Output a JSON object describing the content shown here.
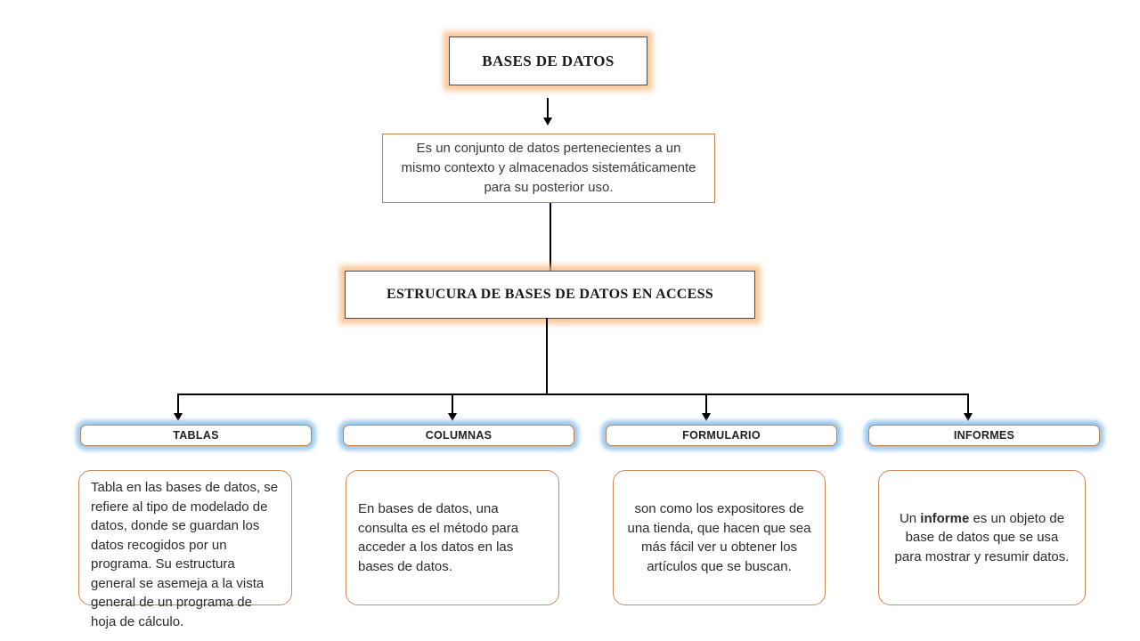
{
  "diagram": {
    "root": {
      "label": "BASES DE DATOS"
    },
    "definition": {
      "text": "Es un conjunto de datos pertenecientes a un mismo contexto y almacenados sistemáticamente para su posterior uso."
    },
    "structure": {
      "label": "ESTRUCURA DE BASES DE DATOS EN ACCESS"
    },
    "branches": [
      {
        "label": "TABLAS",
        "desc": {
          "before": "Tabla en las bases de datos, se refiere al tipo de modelado de datos, donde se guardan los datos recogidos por un programa. Su estructura general se asemeja a la vista general de un programa de hoja de cálculo.",
          "bold": "",
          "after": ""
        }
      },
      {
        "label": "COLUMNAS",
        "desc": {
          "before": "En bases de datos, una consulta es el método para acceder a los datos en las bases de datos.",
          "bold": "",
          "after": ""
        }
      },
      {
        "label": "FORMULARIO",
        "desc": {
          "before": "son como los expositores de una tienda, que hacen que sea más fácil ver u obtener los artículos que se buscan.",
          "bold": "",
          "after": ""
        }
      },
      {
        "label": "INFORMES",
        "desc": {
          "before": "Un ",
          "bold": "informe",
          "after": " es un objeto de base de datos que se usa para mostrar y resumir datos."
        }
      }
    ],
    "colors": {
      "orange_glow": "#F7B77E",
      "blue_glow": "#8EC1EB",
      "dark_box_border": "#4A4A4A",
      "orange_box_border": "#C8824F",
      "connector": "#000000",
      "text": "#2B2B2B"
    }
  }
}
